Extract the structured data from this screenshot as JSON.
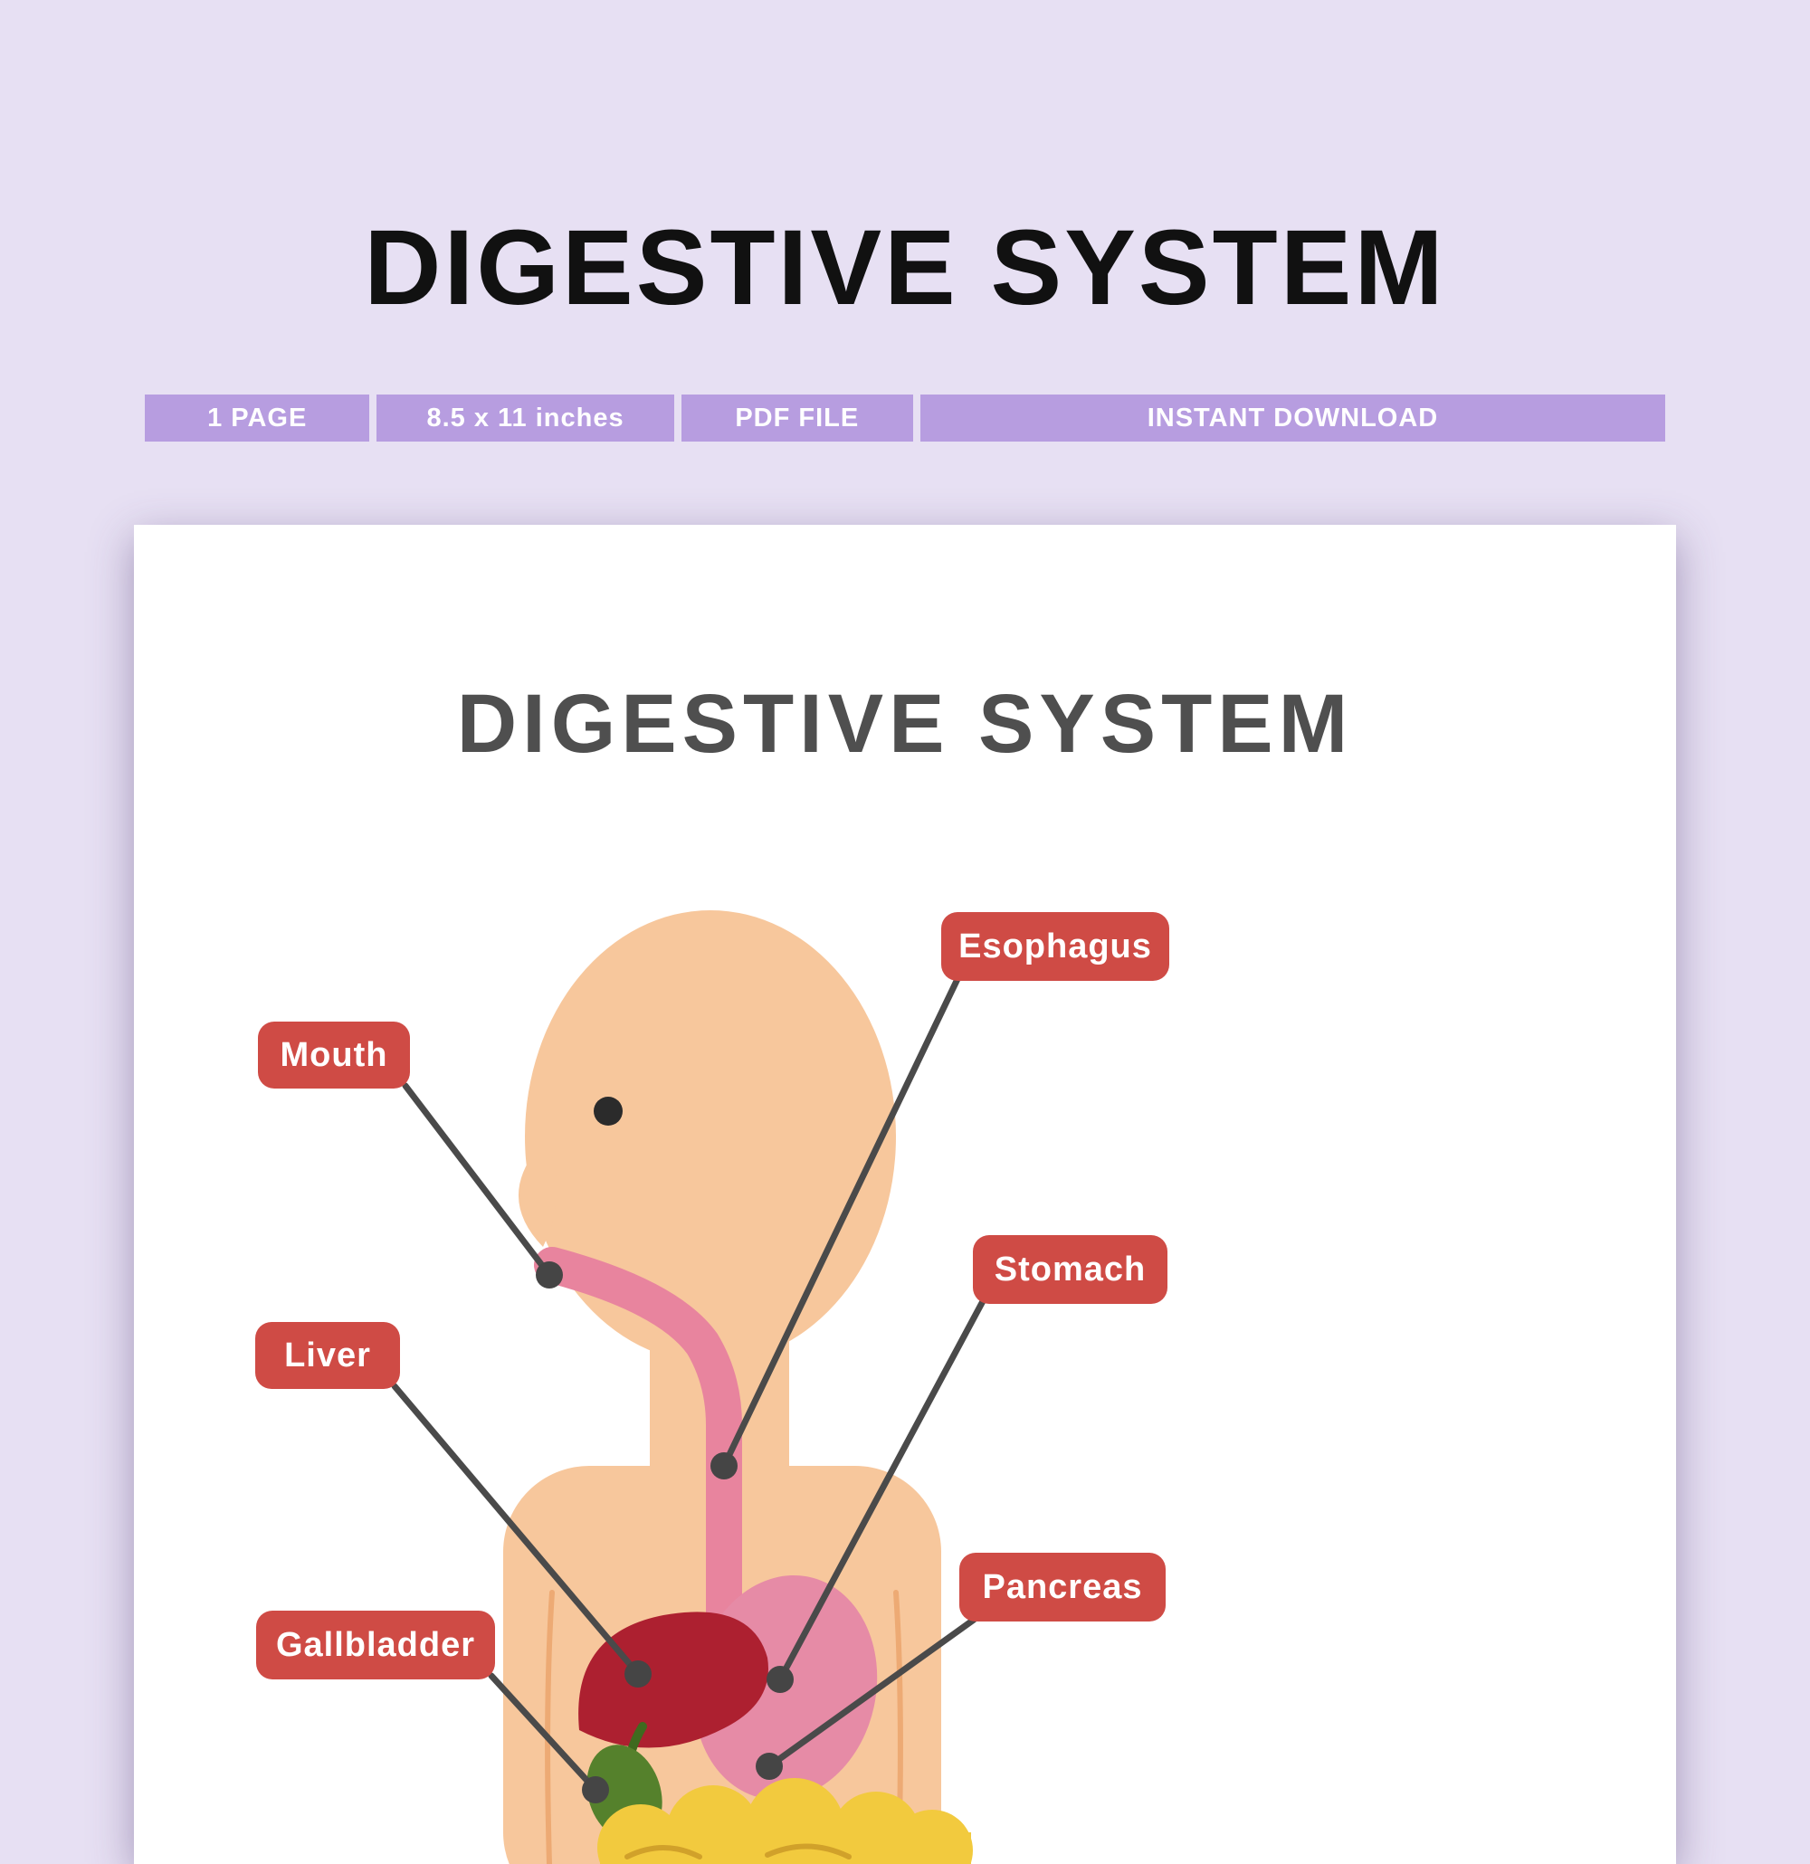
{
  "page": {
    "hero_title": "DIGESTIVE SYSTEM",
    "background_color": "#e7e0f3"
  },
  "banner": {
    "color": "#b79de0",
    "items": [
      {
        "label": "1 PAGE"
      },
      {
        "label": "8.5 x 11 inches"
      },
      {
        "label": "PDF FILE"
      },
      {
        "label": "INSTANT DOWNLOAD"
      }
    ]
  },
  "poster": {
    "title": "DIGESTIVE SYSTEM",
    "labels": {
      "mouth": "Mouth",
      "esophagus": "Esophagus",
      "liver": "Liver",
      "stomach": "Stomach",
      "gallbladder": "Gallbladder",
      "pancreas": "Pancreas"
    },
    "colors": {
      "label_bg": "#cf4b45",
      "label_text": "#ffffff",
      "connector_line": "#4a4a4a",
      "skin": "#f7c79c",
      "esophagus_tube": "#e8849e",
      "stomach_organ": "#e68ba6",
      "liver_organ": "#ad2030",
      "gallbladder_organ": "#55812c",
      "intestine_organ": "#f2ca3e",
      "poster_title": "#4f4f4f"
    }
  }
}
